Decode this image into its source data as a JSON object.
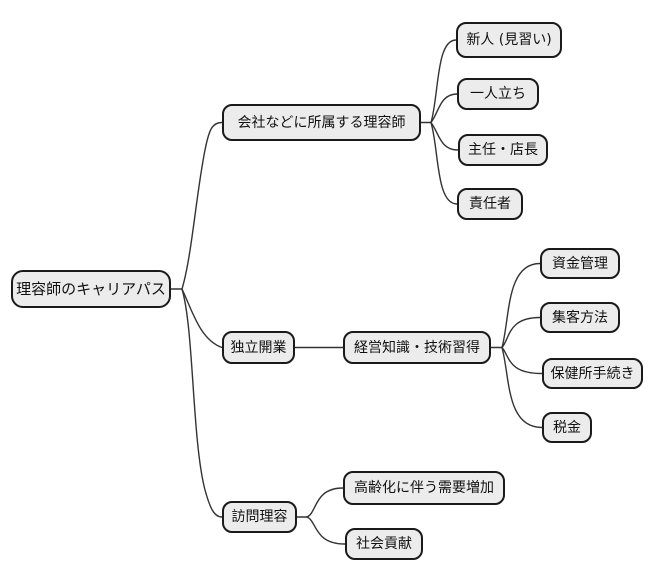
{
  "diagram": {
    "type": "mindmap",
    "orientation": "left-to-right",
    "root": {
      "label": "理容師のキャリアパス"
    },
    "branches": [
      {
        "label": "会社などに所属する理容師",
        "children": [
          {
            "label": "新人 (見習い)"
          },
          {
            "label": "一人立ち"
          },
          {
            "label": "主任・店長"
          },
          {
            "label": "責任者"
          }
        ]
      },
      {
        "label": "独立開業",
        "children": [
          {
            "label": "経営知識・技術習得",
            "children": [
              {
                "label": "資金管理"
              },
              {
                "label": "集客方法"
              },
              {
                "label": "保健所手続き"
              },
              {
                "label": "税金"
              }
            ]
          }
        ]
      },
      {
        "label": "訪問理容",
        "children": [
          {
            "label": "高齢化に伴う需要増加"
          },
          {
            "label": "社会貢献"
          }
        ]
      }
    ],
    "colors": {
      "background": "#ffffff",
      "node_fill": "#ececec",
      "node_border": "#1a1a1a",
      "edge": "#333333",
      "text": "#111111"
    }
  }
}
